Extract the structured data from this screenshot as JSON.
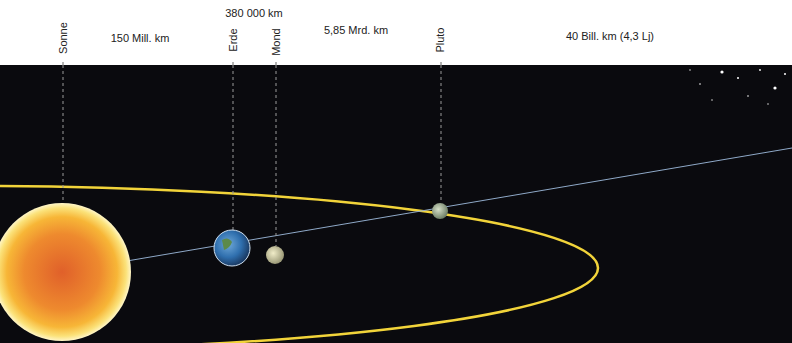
{
  "diagram": {
    "labels": [
      "Sonne",
      "150 Mill. km",
      "380 000 km",
      "Erde",
      "Mond",
      "5,85 Mrd. km",
      "Pluto",
      "40 Bill. km (4,3 Lj)"
    ]
  }
}
